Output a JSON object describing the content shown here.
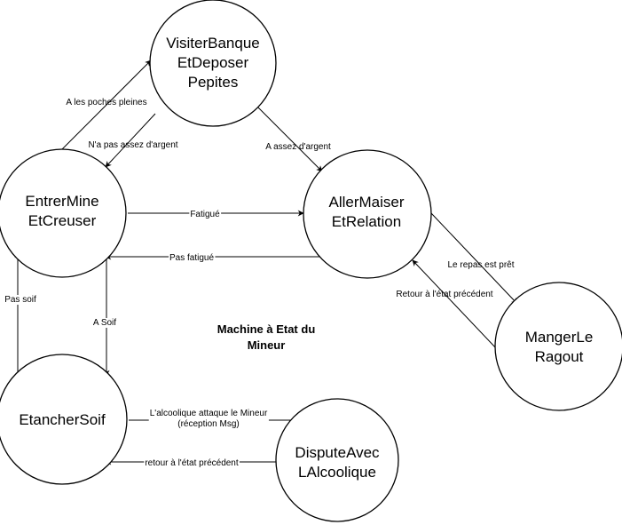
{
  "title": [
    "Machine à Etat du",
    "Mineur"
  ],
  "states": {
    "visiter_banque": [
      "VisiterBanque",
      "EtDeposer",
      "Pepites"
    ],
    "entrer_mine": [
      "EntrerMine",
      "EtCreuser"
    ],
    "aller_maison": [
      "AllerMaiser",
      "EtRelation"
    ],
    "manger_ragout": [
      "MangerLe",
      "Ragout"
    ],
    "etancher_soif": [
      "EtancherSoif"
    ],
    "dispute_alcoolique": [
      "DisputeAvec",
      "LAlcoolique"
    ]
  },
  "transitions": {
    "poches_pleines": [
      "A les poches pleines"
    ],
    "pas_assez_argent": [
      "N'a pas assez d'argent"
    ],
    "assez_argent": [
      "A assez d'argent"
    ],
    "fatigue": [
      "Fatigué"
    ],
    "pas_fatigue": [
      "Pas fatigué"
    ],
    "repas_pret": [
      "Le repas est prêt"
    ],
    "retour_etat": [
      "Retour à l'état précédent"
    ],
    "a_soif": [
      "A Soif"
    ],
    "pas_soif": [
      "Pas soif"
    ],
    "alcoolique_attaque": [
      "L'alcoolique attaque le Mineur",
      "(réception Msg)"
    ],
    "retour_etat_2": [
      "retour à l'état précédent"
    ]
  }
}
